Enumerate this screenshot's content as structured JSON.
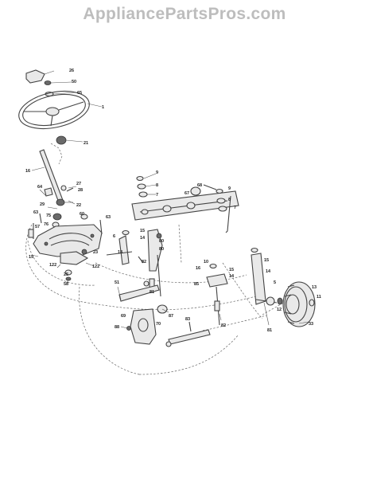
{
  "watermark": "AppliancePartsPros.com",
  "callouts": [
    {
      "id": "c26",
      "text": "26"
    },
    {
      "id": "c50",
      "text": "50"
    },
    {
      "id": "c65",
      "text": "65"
    },
    {
      "id": "c1",
      "text": "1"
    },
    {
      "id": "c21",
      "text": "21"
    },
    {
      "id": "c16",
      "text": "16"
    },
    {
      "id": "c27",
      "text": "27"
    },
    {
      "id": "c28",
      "text": "28"
    },
    {
      "id": "c64",
      "text": "64"
    },
    {
      "id": "c29",
      "text": "29"
    },
    {
      "id": "c22",
      "text": "22"
    },
    {
      "id": "c63",
      "text": "63"
    },
    {
      "id": "c75",
      "text": "75"
    },
    {
      "id": "c76",
      "text": "76"
    },
    {
      "id": "c60",
      "text": "60"
    },
    {
      "id": "c63b",
      "text": "63"
    },
    {
      "id": "c57",
      "text": "57"
    },
    {
      "id": "c19",
      "text": "19"
    },
    {
      "id": "c122",
      "text": "122"
    },
    {
      "id": "c23",
      "text": "23"
    },
    {
      "id": "c122b",
      "text": "122"
    },
    {
      "id": "c25",
      "text": "25"
    },
    {
      "id": "c58",
      "text": "58"
    },
    {
      "id": "c9",
      "text": "9"
    },
    {
      "id": "c8",
      "text": "8"
    },
    {
      "id": "c7",
      "text": "7"
    },
    {
      "id": "c68",
      "text": "68"
    },
    {
      "id": "c67",
      "text": "67"
    },
    {
      "id": "c9b",
      "text": "9"
    },
    {
      "id": "c8b",
      "text": "8"
    },
    {
      "id": "c7b",
      "text": "7"
    },
    {
      "id": "c6",
      "text": "6"
    },
    {
      "id": "c15",
      "text": "15"
    },
    {
      "id": "c14",
      "text": "14"
    },
    {
      "id": "c18",
      "text": "18"
    },
    {
      "id": "c80",
      "text": "80"
    },
    {
      "id": "c80b",
      "text": "80"
    },
    {
      "id": "c82",
      "text": "82"
    },
    {
      "id": "c51",
      "text": "51"
    },
    {
      "id": "c81",
      "text": "81"
    },
    {
      "id": "c87",
      "text": "87"
    },
    {
      "id": "c69",
      "text": "69"
    },
    {
      "id": "c88",
      "text": "88"
    },
    {
      "id": "c70",
      "text": "70"
    },
    {
      "id": "c83",
      "text": "83"
    },
    {
      "id": "c10",
      "text": "10"
    },
    {
      "id": "c16b",
      "text": "16"
    },
    {
      "id": "c15b",
      "text": "15"
    },
    {
      "id": "c14b",
      "text": "14"
    },
    {
      "id": "c85",
      "text": "85"
    },
    {
      "id": "c82b",
      "text": "82"
    },
    {
      "id": "c81b",
      "text": "81"
    },
    {
      "id": "c15c",
      "text": "15"
    },
    {
      "id": "c14c",
      "text": "14"
    },
    {
      "id": "c5",
      "text": "5"
    },
    {
      "id": "c13",
      "text": "13"
    },
    {
      "id": "c11",
      "text": "11"
    },
    {
      "id": "c12",
      "text": "12"
    },
    {
      "id": "c33",
      "text": "33"
    }
  ]
}
